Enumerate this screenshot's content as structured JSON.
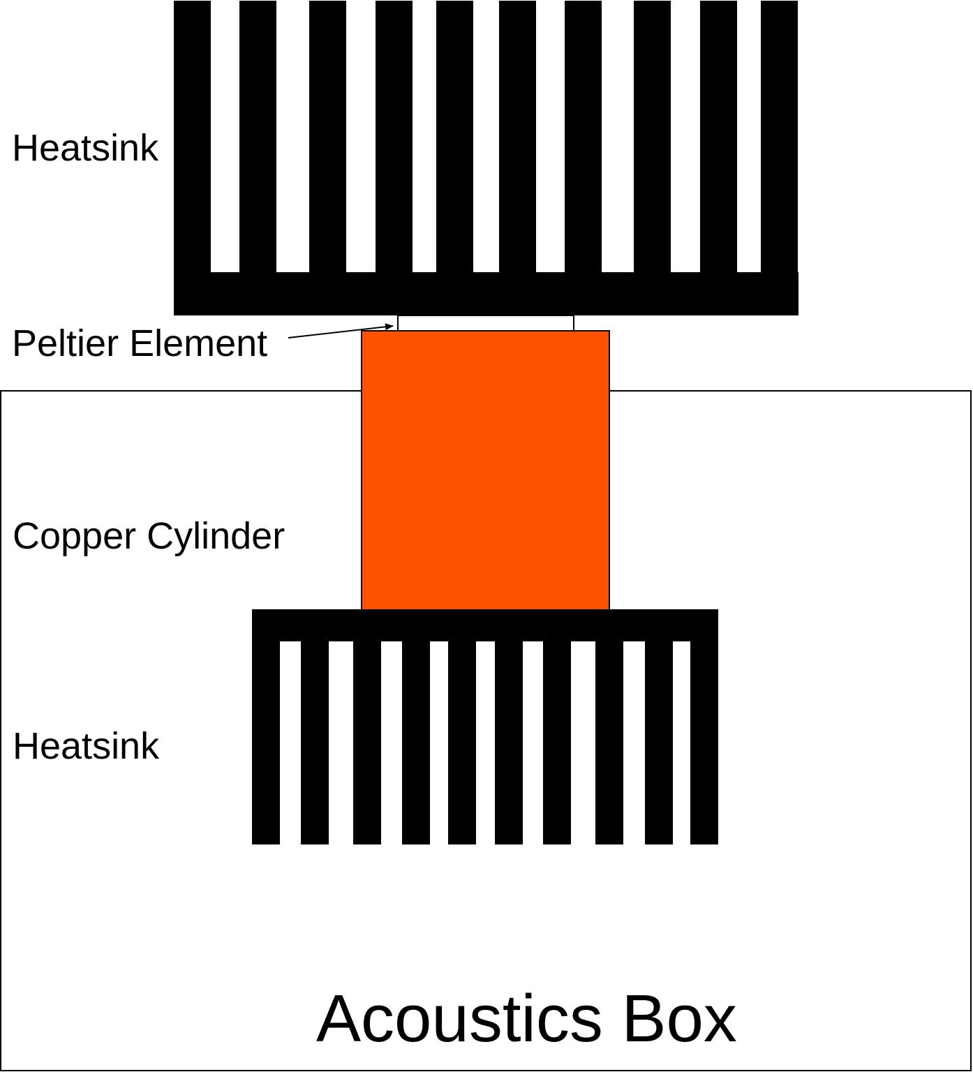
{
  "labels": {
    "heatsink_top": "Heatsink",
    "peltier": "Peltier Element",
    "copper": "Copper Cylinder",
    "heatsink_bottom": "Heatsink",
    "box": "Acoustics Box"
  },
  "colors": {
    "heatsink": "#000000",
    "copper": "#ff5200",
    "outline": "#000000",
    "background": "#ffffff"
  }
}
